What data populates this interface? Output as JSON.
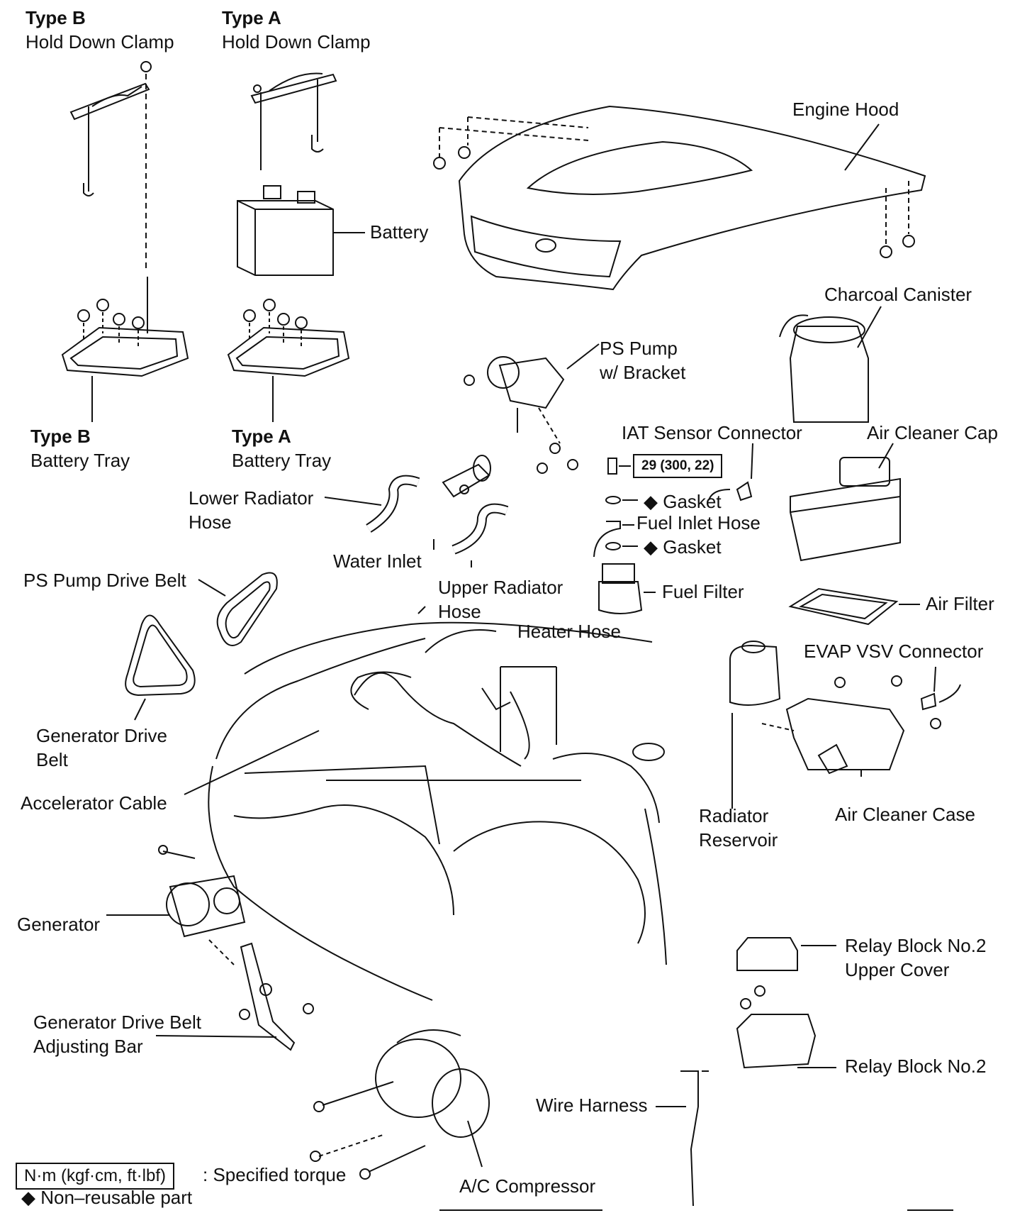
{
  "labels": {
    "type_b_clamp": {
      "type": "Type B",
      "name": "Hold Down Clamp"
    },
    "type_a_clamp": {
      "type": "Type A",
      "name": "Hold Down Clamp"
    },
    "battery": "Battery",
    "engine_hood": "Engine Hood",
    "charcoal_canister": "Charcoal Canister",
    "ps_pump": {
      "line1": "PS Pump",
      "line2": "w/ Bracket"
    },
    "type_b_tray": {
      "type": "Type B",
      "name": "Battery Tray"
    },
    "type_a_tray": {
      "type": "Type A",
      "name": "Battery Tray"
    },
    "iat_sensor_connector": "IAT Sensor Connector",
    "air_cleaner_cap": "Air Cleaner Cap",
    "gasket_upper": "◆ Gasket",
    "fuel_inlet_hose": "Fuel Inlet Hose",
    "gasket_lower": "◆ Gasket",
    "lower_radiator_hose": {
      "line1": "Lower Radiator",
      "line2": "Hose"
    },
    "water_inlet": "Water Inlet",
    "upper_radiator_hose": {
      "line1": "Upper Radiator",
      "line2": "Hose"
    },
    "fuel_filter": "Fuel Filter",
    "air_filter": "Air Filter",
    "ps_pump_drive_belt": "PS Pump Drive Belt",
    "heater_hose": "Heater Hose",
    "evap_vsv_connector": "EVAP VSV Connector",
    "generator_drive_belt": {
      "line1": "Generator Drive",
      "line2": "Belt"
    },
    "accelerator_cable": "Accelerator Cable",
    "radiator_reservoir": {
      "line1": "Radiator",
      "line2": "Reservoir"
    },
    "air_cleaner_case": "Air Cleaner Case",
    "generator": "Generator",
    "relay_block_cover": {
      "line1": "Relay Block No.2",
      "line2": "Upper Cover"
    },
    "adjusting_bar": {
      "line1": "Generator Drive Belt",
      "line2": "Adjusting Bar"
    },
    "relay_block": "Relay Block No.2",
    "wire_harness": "Wire Harness",
    "ac_compressor": "A/C Compressor"
  },
  "torque_spec": "29 (300, 22)",
  "legend": {
    "torque_box": "N·m (kgf·cm, ft·lbf)",
    "torque_text": ": Specified torque",
    "nonreusable": "◆ Non–reusable part"
  }
}
